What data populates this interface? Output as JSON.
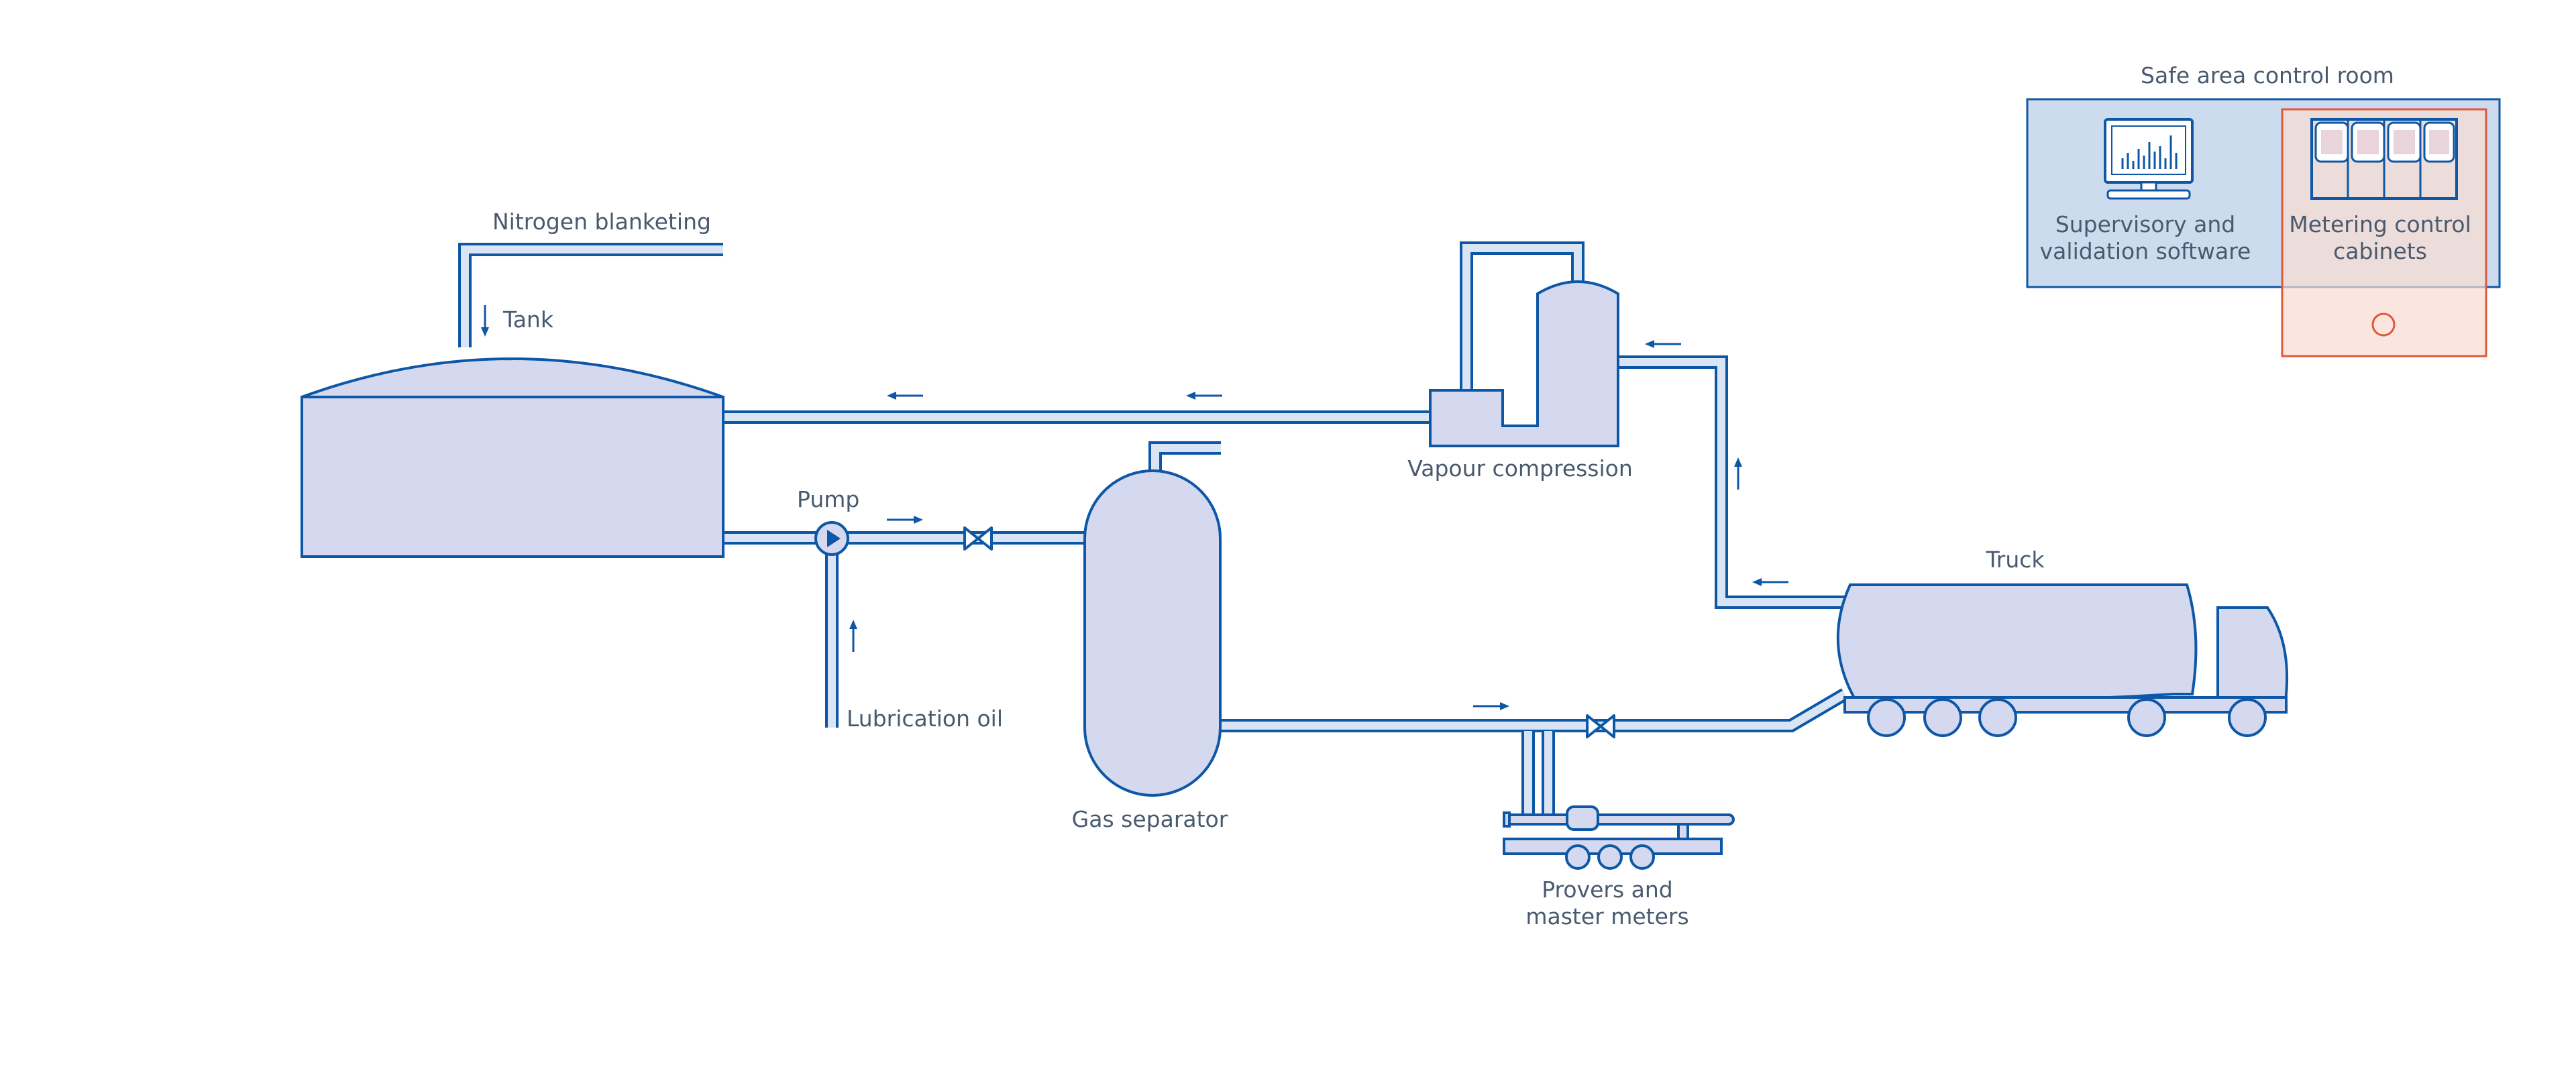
{
  "labels": {
    "nitrogen": "Nitrogen blanketing",
    "tank": "Tank",
    "pump": "Pump",
    "lubrication": "Lubrication oil",
    "gas_separator": "Gas separator",
    "vapour": "Vapour compression",
    "truck": "Truck",
    "provers_1": "Provers and",
    "provers_2": "master meters",
    "control_room": "Safe area control room",
    "supervisory_1": "Supervisory and",
    "supervisory_2": "validation software",
    "metering_1": "Metering control",
    "metering_2": "cabinets"
  },
  "colors": {
    "stroke": "#0e57a6",
    "equipment_fill": "#d4d9ef",
    "pipe_fill": "#d9e5f5",
    "control_room_fill": "#ccdcee",
    "hazard_stroke": "#e0583a",
    "hazard_fill": "#fadbd2",
    "text": "#4a5a6e"
  }
}
